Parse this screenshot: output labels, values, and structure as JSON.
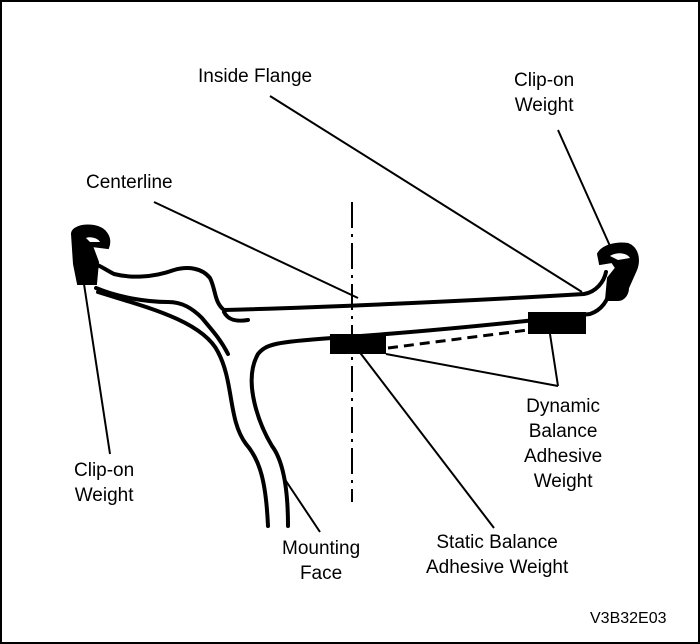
{
  "diagram": {
    "labels": {
      "inside_flange": "Inside Flange",
      "clip_on_weight_top": [
        "Clip-on",
        "Weight"
      ],
      "centerline": "Centerline",
      "clip_on_weight_left": [
        "Clip-on",
        "Weight"
      ],
      "dynamic_balance": [
        "Dynamic",
        "Balance",
        "Adhesive",
        "Weight"
      ],
      "mounting_face": [
        "Mounting",
        "Face"
      ],
      "static_balance": [
        "Static Balance",
        "Adhesive Weight"
      ]
    },
    "figure_id": "V3B32E03"
  },
  "colors": {
    "ink": "#000000",
    "paper": "#ffffff"
  }
}
